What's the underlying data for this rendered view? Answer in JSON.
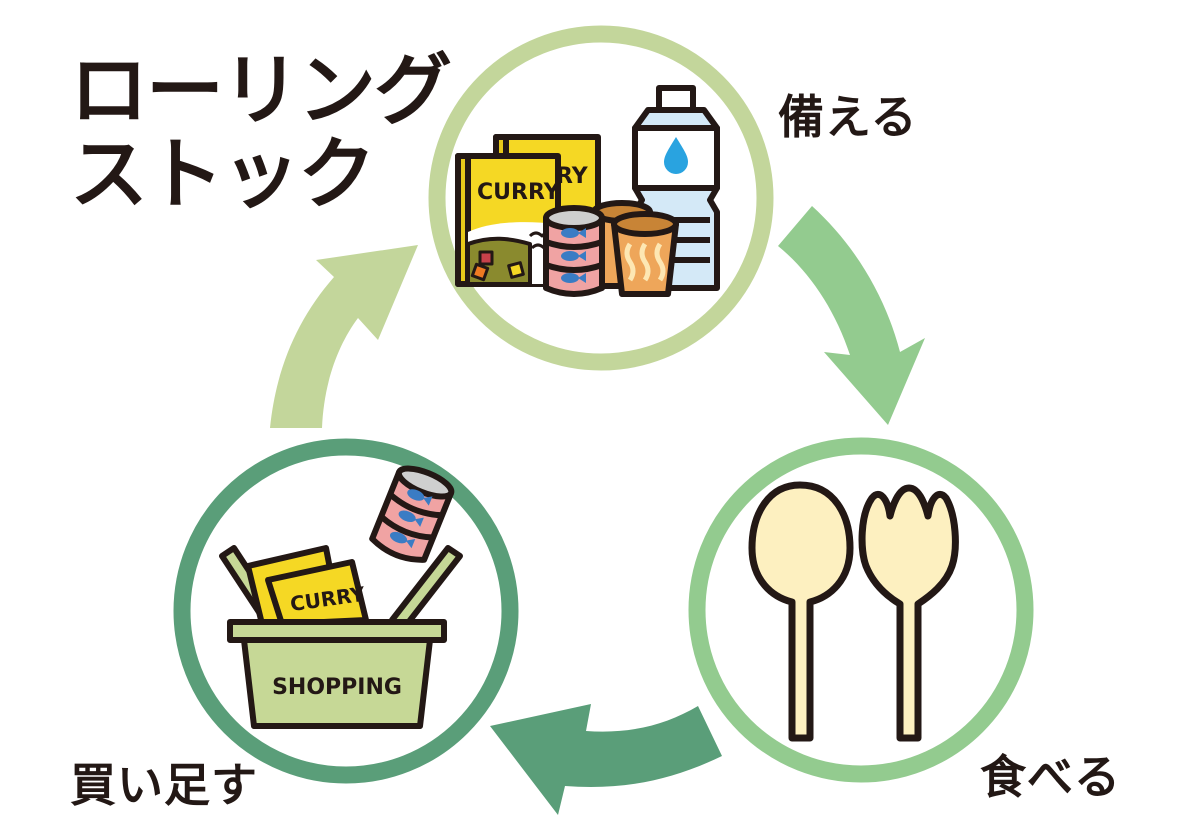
{
  "title": {
    "line1": "ローリング",
    "line2": "ストック"
  },
  "steps": [
    {
      "label": "備える",
      "icon": "stockpile-icon",
      "ring_color": "#c3d69b"
    },
    {
      "label": "食べる",
      "icon": "spoon-fork-icon",
      "ring_color": "#93cb8f"
    },
    {
      "label": "買い足す",
      "icon": "shopping-basket-icon",
      "ring_color": "#5a9e79"
    }
  ],
  "illustrations": {
    "curry_box_label": "CURRY",
    "curry_box_back_label": "RY",
    "basket_curry_label": "CURRY",
    "basket_label": "SHOPPING"
  },
  "arrows": [
    {
      "from": "備える",
      "to": "食べる",
      "color": "#93cb8f"
    },
    {
      "from": "食べる",
      "to": "買い足す",
      "color": "#5a9e79"
    },
    {
      "from": "買い足す",
      "to": "備える",
      "color": "#c3d69b"
    }
  ],
  "colors": {
    "ink": "#231815",
    "curry_yellow": "#f5d824",
    "can_pink": "#f0a3a3",
    "fish_blue": "#3a7cc4",
    "cup_orange": "#eea65a",
    "bottle_blue": "#d4e9f7",
    "drop_blue": "#29a3e0",
    "utensil_cream": "#fdf0c0",
    "basket_green": "#c6d896"
  }
}
